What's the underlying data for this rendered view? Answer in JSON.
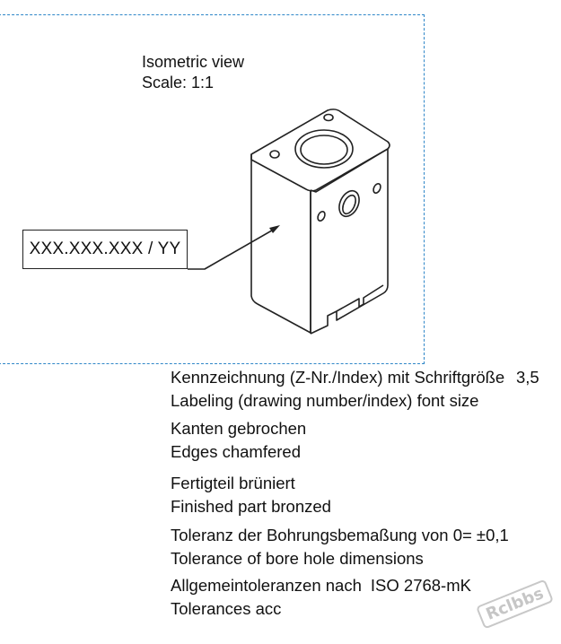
{
  "view": {
    "title": "Isometric view",
    "scale": "Scale:  1:1"
  },
  "label_box": "XXX.XXX.XXX / YY",
  "notes": [
    {
      "de": "Kennzeichnung (Z-Nr./Index) mit Schriftgröße",
      "en": "Labeling (drawing number/index) font size",
      "value": "3,5"
    },
    {
      "de": "Kanten gebrochen",
      "en": "Edges chamfered"
    },
    {
      "de": "Fertigteil brüniert",
      "en": "Finished part bronzed"
    },
    {
      "de": "Toleranz der Bohrungsbemaßung von 0= ±0,1",
      "en": "Tolerance of bore hole dimensions"
    },
    {
      "de": "Allgemeintoleranzen nach",
      "standard": "ISO 2768-mK",
      "en": "Tolerances acc"
    }
  ],
  "watermark": "Rclbbs",
  "colors": {
    "frame": "#2e86c8",
    "line": "#222222"
  }
}
